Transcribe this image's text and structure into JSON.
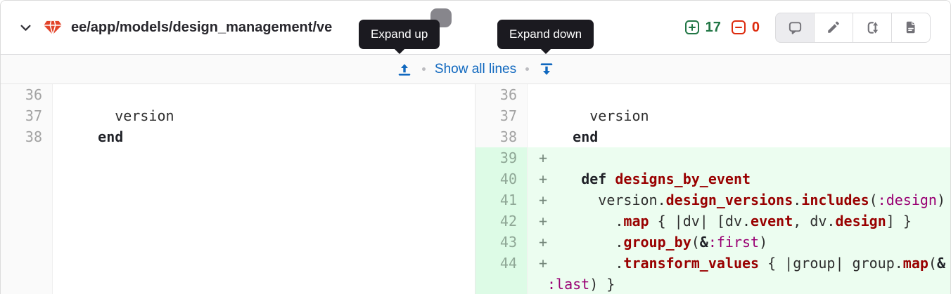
{
  "header": {
    "file_path": "ee/app/models/design_management/ve",
    "stats": {
      "added": "17",
      "removed": "0"
    },
    "buttons": [
      {
        "name": "toggle-comments-button",
        "icon": "comment-icon",
        "active": true
      },
      {
        "name": "edit-file-button",
        "icon": "pencil-icon",
        "active": false
      },
      {
        "name": "compare-versions-button",
        "icon": "compare-icon",
        "active": false
      },
      {
        "name": "view-file-button",
        "icon": "file-icon",
        "active": false
      }
    ]
  },
  "expand_bar": {
    "show_all_label": "Show all lines"
  },
  "tooltips": {
    "expand_up": "Expand up",
    "expand_down": "Expand down"
  },
  "colors": {
    "link_blue": "#1068bf",
    "added_green_text": "#217645",
    "removed_red_text": "#dd2b0e",
    "added_line_bg": "#ecfdf0",
    "added_gutter_bg": "#ddfbe6",
    "gutter_bg": "#fafafa",
    "tooltip_bg": "#1b1a20",
    "gem_icon_red": "#e24329",
    "syntax_function_red": "#990000",
    "syntax_symbol_magenta": "#990073"
  },
  "diff": {
    "left": [
      {
        "num": "36",
        "type": "context",
        "tokens": []
      },
      {
        "num": "37",
        "type": "context",
        "tokens": [
          {
            "t": "      version",
            "c": "p"
          }
        ]
      },
      {
        "num": "38",
        "type": "context",
        "tokens": [
          {
            "t": "    ",
            "c": "p"
          },
          {
            "t": "end",
            "c": "k"
          }
        ]
      },
      {
        "num": "",
        "type": "empty",
        "tokens": []
      },
      {
        "num": "",
        "type": "empty",
        "tokens": []
      },
      {
        "num": "",
        "type": "empty",
        "tokens": []
      },
      {
        "num": "",
        "type": "empty",
        "tokens": []
      },
      {
        "num": "",
        "type": "empty",
        "tokens": []
      },
      {
        "num": "",
        "type": "empty",
        "tokens": []
      },
      {
        "num": "",
        "type": "empty",
        "tokens": []
      }
    ],
    "right": [
      {
        "num": "36",
        "type": "context",
        "tokens": []
      },
      {
        "num": "37",
        "type": "context",
        "tokens": [
          {
            "t": "      version",
            "c": "p"
          }
        ]
      },
      {
        "num": "38",
        "type": "context",
        "tokens": [
          {
            "t": "    ",
            "c": "p"
          },
          {
            "t": "end",
            "c": "k"
          }
        ]
      },
      {
        "num": "39",
        "type": "added",
        "tokens": [
          {
            "t": "+",
            "c": "m"
          }
        ]
      },
      {
        "num": "40",
        "type": "added",
        "tokens": [
          {
            "t": "+",
            "c": "m"
          },
          {
            "t": "    ",
            "c": "p"
          },
          {
            "t": "def",
            "c": "k"
          },
          {
            "t": " ",
            "c": "p"
          },
          {
            "t": "designs_by_event",
            "c": "nf"
          }
        ]
      },
      {
        "num": "41",
        "type": "added",
        "tokens": [
          {
            "t": "+",
            "c": "m"
          },
          {
            "t": "      version.",
            "c": "p"
          },
          {
            "t": "design_versions",
            "c": "nf"
          },
          {
            "t": ".",
            "c": "p"
          },
          {
            "t": "includes",
            "c": "nf"
          },
          {
            "t": "(",
            "c": "p"
          },
          {
            "t": ":design",
            "c": "ss"
          },
          {
            "t": ")",
            "c": "p"
          }
        ]
      },
      {
        "num": "42",
        "type": "added",
        "tokens": [
          {
            "t": "+",
            "c": "m"
          },
          {
            "t": "        .",
            "c": "p"
          },
          {
            "t": "map",
            "c": "nf"
          },
          {
            "t": " { |dv| [dv.",
            "c": "p"
          },
          {
            "t": "event",
            "c": "nf"
          },
          {
            "t": ", dv.",
            "c": "p"
          },
          {
            "t": "design",
            "c": "nf"
          },
          {
            "t": "] }",
            "c": "p"
          }
        ]
      },
      {
        "num": "43",
        "type": "added",
        "tokens": [
          {
            "t": "+",
            "c": "m"
          },
          {
            "t": "        .",
            "c": "p"
          },
          {
            "t": "group_by",
            "c": "nf"
          },
          {
            "t": "(",
            "c": "p"
          },
          {
            "t": "&",
            "c": "o"
          },
          {
            "t": ":first",
            "c": "ss"
          },
          {
            "t": ")",
            "c": "p"
          }
        ]
      },
      {
        "num": "44",
        "type": "added",
        "tokens": [
          {
            "t": "+",
            "c": "m"
          },
          {
            "t": "        .",
            "c": "p"
          },
          {
            "t": "transform_values",
            "c": "nf"
          },
          {
            "t": " { |group| group.",
            "c": "p"
          },
          {
            "t": "map",
            "c": "nf"
          },
          {
            "t": "(",
            "c": "p"
          },
          {
            "t": "&",
            "c": "o"
          }
        ]
      },
      {
        "num": "",
        "type": "added wrap",
        "tokens": [
          {
            "t": ":last",
            "c": "ss"
          },
          {
            "t": ") }",
            "c": "p"
          }
        ]
      }
    ]
  }
}
